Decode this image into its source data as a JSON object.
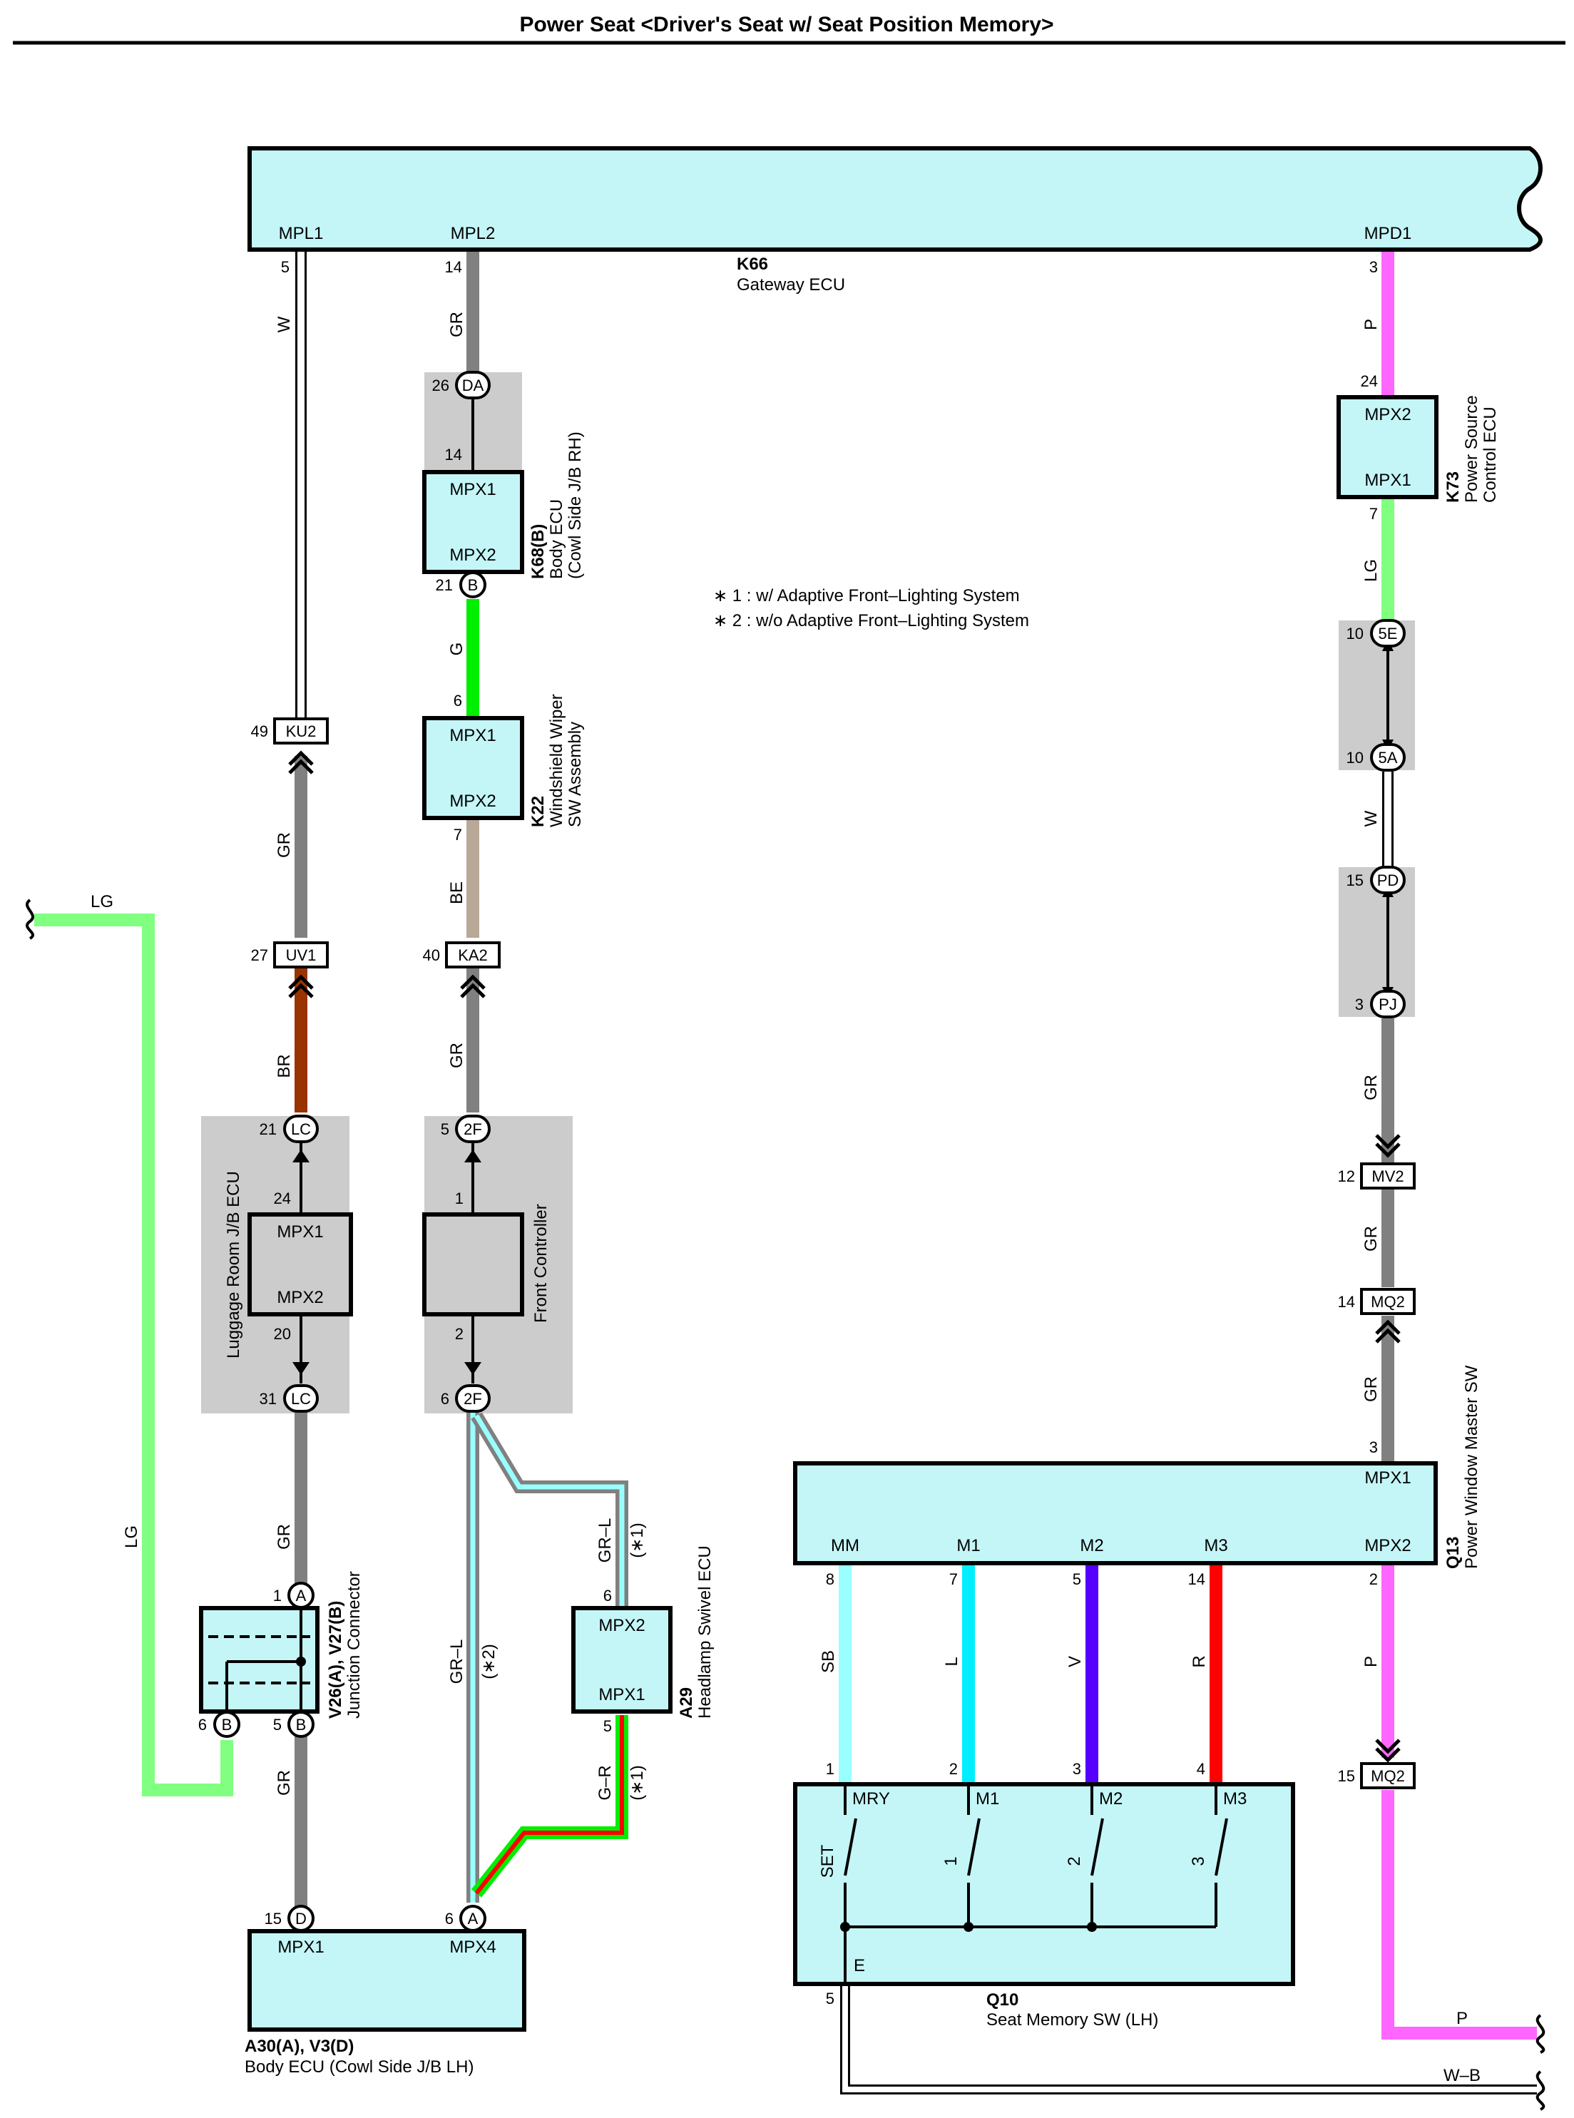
{
  "title": "Power Seat <Driver's Seat w/ Seat Position Memory>",
  "notes": [
    "∗ 1 : w/ Adaptive Front–Lighting System",
    "∗ 2 : w/o Adaptive Front–Lighting System"
  ],
  "components": {
    "k66": {
      "code": "K66",
      "name": "Gateway ECU",
      "terminals": [
        "MPL1",
        "MPL2",
        "MPD1"
      ]
    },
    "k68": {
      "code": "K68(B)",
      "name1": "Body ECU",
      "name2": "(Cowl Side J/B RH)",
      "t1": "MPX1",
      "t2": "MPX2"
    },
    "k22": {
      "code": "K22",
      "name1": "Windshield Wiper",
      "name2": "SW Assembly",
      "t1": "MPX1",
      "t2": "MPX2"
    },
    "k73": {
      "code": "K73",
      "name1": "Power Source",
      "name2": "Control ECU",
      "t1": "MPX2",
      "t2": "MPX1"
    },
    "luggage": {
      "name": "Luggage Room J/B ECU",
      "t1": "MPX1",
      "t2": "MPX2"
    },
    "front": {
      "name": "Front Controller"
    },
    "junction": {
      "code": "V26(A), V27(B)",
      "name": "Junction Connector"
    },
    "a29": {
      "code": "A29",
      "name": "Headlamp Swivel ECU",
      "t1": "MPX2",
      "t2": "MPX1"
    },
    "a30": {
      "code": "A30(A), V3(D)",
      "name": "Body ECU (Cowl Side J/B LH)",
      "t1": "MPX1",
      "t2": "MPX4"
    },
    "q13": {
      "code": "Q13",
      "name": "Power Window Master SW",
      "t_top": "MPX1",
      "t_mpx2": "MPX2",
      "terminals": [
        "MM",
        "M1",
        "M2",
        "M3"
      ]
    },
    "q10": {
      "code": "Q10",
      "name": "Seat Memory SW (LH)",
      "terminals": [
        "MRY",
        "M1",
        "M2",
        "M3"
      ],
      "switches": [
        "SET",
        "1",
        "2",
        "3"
      ],
      "ground": "E"
    }
  },
  "connectors": {
    "da": "DA",
    "b_k68": "B",
    "ku2": "KU2",
    "uv1": "UV1",
    "ka2": "KA2",
    "lc_top": "LC",
    "lc_bot": "LC",
    "f2_top": "2F",
    "f2_bot": "2F",
    "a_junc": "A",
    "b_junc_l": "B",
    "b_junc_r": "B",
    "d_a30": "D",
    "a_a30": "A",
    "e5": "5E",
    "a5": "5A",
    "pd": "PD",
    "pj": "PJ",
    "mv2": "MV2",
    "mq2_top": "MQ2",
    "mq2_bot": "MQ2"
  },
  "pins": {
    "mpl1": "5",
    "mpl2": "14",
    "mpd1": "3",
    "da": "26",
    "k68_top": "14",
    "k68_bot": "21",
    "k22_top": "6",
    "k22_bot": "7",
    "ku2": "49",
    "uv1": "27",
    "ka2": "40",
    "lc_top": "21",
    "lug_top": "24",
    "lug_bot": "20",
    "lc_bot": "31",
    "f2_top": "5",
    "fc_top": "1",
    "fc_bot": "2",
    "f2_bot": "6",
    "k73_top": "24",
    "k73_bot": "7",
    "e5": "10",
    "a5": "10",
    "pd": "15",
    "pj": "3",
    "mv2": "12",
    "mq2_top": "14",
    "q13_top": "3",
    "a_junc": "1",
    "b_junc_l": "6",
    "b_junc_r": "5",
    "a29_top": "6",
    "a29_bot": "5",
    "d_a30": "15",
    "a_a30": "6",
    "q13_mm": "8",
    "q13_m1": "7",
    "q13_m2": "5",
    "q13_m3": "14",
    "q13_mpx2": "2",
    "q10_mry": "1",
    "q10_m1": "2",
    "q10_m2": "3",
    "q10_m3": "4",
    "q10_e": "5",
    "mq2_bot": "15"
  },
  "wires": {
    "w_mpl1": "W",
    "gr_mpl2": "GR",
    "p_mpd1": "P",
    "g_k68": "G",
    "be_k22": "BE",
    "gr_ku2": "GR",
    "br_uv1": "BR",
    "gr_ka2": "GR",
    "lg_k73": "LG",
    "w_pd": "W",
    "gr_pj": "GR",
    "gr_mv2": "GR",
    "gr_mq2": "GR",
    "lg_top": "LG",
    "lg_left": "LG",
    "gr_junc_top": "GR",
    "gr_junc_bot": "GR",
    "grl_2": "GR–L",
    "grl_1": "GR–L",
    "gr_r": "G–R",
    "sb": "SB",
    "l": "L",
    "v": "V",
    "r": "R",
    "p_q13": "P",
    "p_right": "P",
    "wb_right": "W–B",
    "star1a": "(∗1)",
    "star1b": "(∗1)",
    "star2": "(∗2)"
  },
  "colors": {
    "gray": "#808080",
    "white": "#ffffff",
    "pink": "#ff66ff",
    "green": "#00ee00",
    "beige": "#b8a898",
    "brown": "#993300",
    "light_green": "#80ff80",
    "sky_blue": "#99ffff",
    "cyan": "#00eeff",
    "violet": "#5500ff",
    "red": "#ff0000",
    "box_fill": "#c4f6f8"
  }
}
